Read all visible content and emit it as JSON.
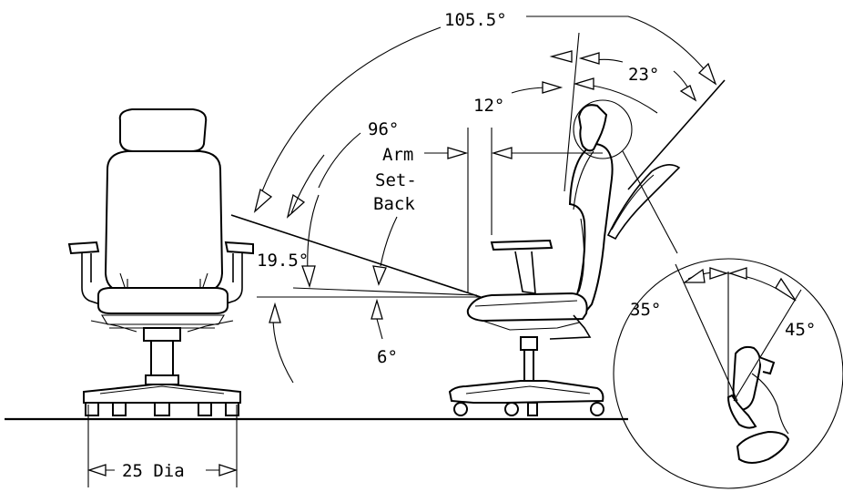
{
  "labels": {
    "angle_recline_total": "105.5°",
    "angle_back_adjust": "23°",
    "angle_back_front": "12°",
    "angle_seat_back": "96°",
    "arm_setback_line1": "Arm",
    "arm_setback_line2": "Set-",
    "arm_setback_line3": "Back",
    "angle_seat_tilt": "19.5°",
    "angle_seat_pan": "6°",
    "base_diameter": "25 Dia",
    "headrest_back": "35°",
    "headrest_front": "45°"
  }
}
